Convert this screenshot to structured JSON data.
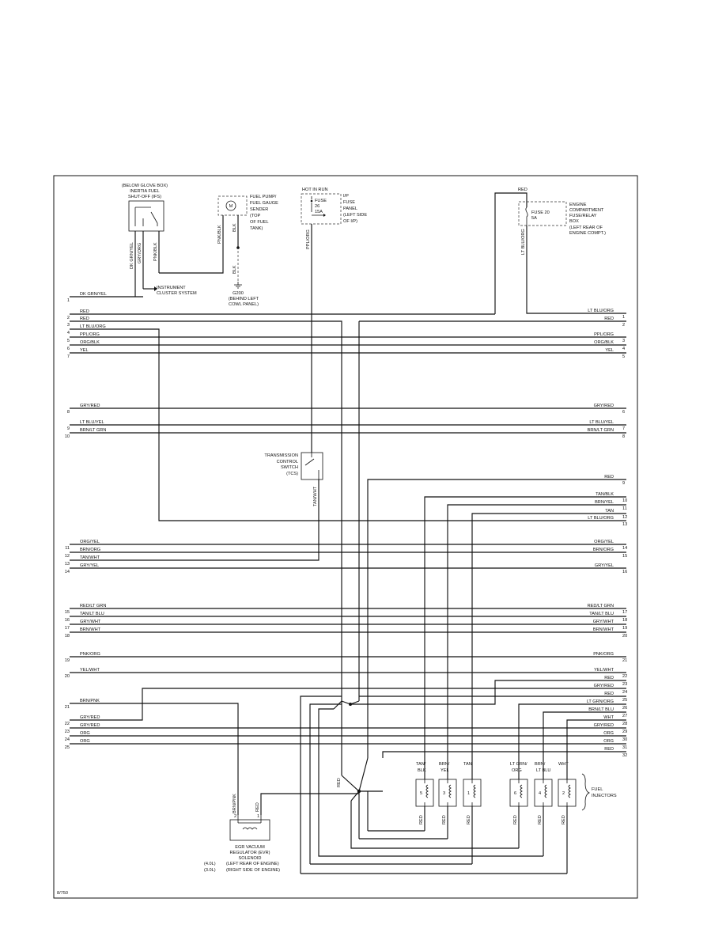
{
  "left_wires": [
    {
      "label": "DK GRN/YEL",
      "pin": "1"
    },
    {
      "label": "RED",
      "pin": "2"
    },
    {
      "label": "RED",
      "pin": "3"
    },
    {
      "label": "LT BLU/ORG",
      "pin": "4"
    },
    {
      "label": "PPL/ORG",
      "pin": "5"
    },
    {
      "label": "ORG/BLK",
      "pin": "6"
    },
    {
      "label": "YEL",
      "pin": "7"
    },
    {
      "label": "GRY/RED",
      "pin": "8"
    },
    {
      "label": "LT BLU/YEL",
      "pin": "9"
    },
    {
      "label": "BRN/LT GRN",
      "pin": "10"
    },
    {
      "label": "ORG/YEL",
      "pin": "11"
    },
    {
      "label": "BRN/ORG",
      "pin": "12"
    },
    {
      "label": "TAN/WHT",
      "pin": "13"
    },
    {
      "label": "GRY/YEL",
      "pin": "14"
    },
    {
      "label": "RED/LT GRN",
      "pin": "15"
    },
    {
      "label": "TAN/LT BLU",
      "pin": "16"
    },
    {
      "label": "GRY/WHT",
      "pin": "17"
    },
    {
      "label": "BRN/WHT",
      "pin": "18"
    },
    {
      "label": "PNK/ORG",
      "pin": "19"
    },
    {
      "label": "YEL/WHT",
      "pin": "20"
    },
    {
      "label": "BRN/PNK",
      "pin": "21"
    },
    {
      "label": "GRY/RED",
      "pin": "22"
    },
    {
      "label": "GRY/RED",
      "pin": "23"
    },
    {
      "label": "ORG",
      "pin": "24"
    },
    {
      "label": "ORG",
      "pin": "25"
    }
  ],
  "right_wires": [
    {
      "label": "LT BLU/ORG",
      "pin": "1"
    },
    {
      "label": "RED",
      "pin": "2"
    },
    {
      "label": "PPL/ORG",
      "pin": "3"
    },
    {
      "label": "ORG/BLK",
      "pin": "4"
    },
    {
      "label": "YEL",
      "pin": "5"
    },
    {
      "label": "GRY/RED",
      "pin": "6"
    },
    {
      "label": "LT BLU/YEL",
      "pin": "7"
    },
    {
      "label": "BRN/LT GRN",
      "pin": "8"
    },
    {
      "label": "RED",
      "pin": "9"
    },
    {
      "label": "TAN/BLK",
      "pin": "10"
    },
    {
      "label": "BRN/YEL",
      "pin": "11"
    },
    {
      "label": "TAN",
      "pin": "12"
    },
    {
      "label": "LT BLU/ORG",
      "pin": "13"
    },
    {
      "label": "ORG/YEL",
      "pin": "14"
    },
    {
      "label": "BRN/ORG",
      "pin": "15"
    },
    {
      "label": "GRY/YEL",
      "pin": "16"
    },
    {
      "label": "RED/LT GRN",
      "pin": "17"
    },
    {
      "label": "TAN/LT BLU",
      "pin": "18"
    },
    {
      "label": "GRY/WHT",
      "pin": "19"
    },
    {
      "label": "BRN/WHT",
      "pin": "20"
    },
    {
      "label": "PNK/ORG",
      "pin": "21"
    },
    {
      "label": "YEL/WHT",
      "pin": "22"
    },
    {
      "label": "RED",
      "pin": "23"
    },
    {
      "label": "GRY/RED",
      "pin": "24"
    },
    {
      "label": "RED",
      "pin": "25"
    },
    {
      "label": "LT GRN/ORG",
      "pin": "26"
    },
    {
      "label": "BRN/LT BLU",
      "pin": "27"
    },
    {
      "label": "WHT",
      "pin": "28"
    },
    {
      "label": "GRY/RED",
      "pin": "29"
    },
    {
      "label": "ORG",
      "pin": "30"
    },
    {
      "label": "ORG",
      "pin": "31"
    },
    {
      "label": "RED",
      "pin": "32"
    }
  ],
  "ifs": {
    "lines": [
      "(BELOW GLOVE BOX)",
      "INERTIA FUEL",
      "SHUT-OFF (IFS)"
    ],
    "wires": [
      "DK GRN/YEL",
      "GRY/ORG",
      "PNK/BLK"
    ]
  },
  "instrument_cluster": [
    "INSTRUMENT",
    "CLUSTER SYSTEM"
  ],
  "fuel_pump": {
    "lines": [
      "FUEL PUMP/",
      "FUEL GAUGE",
      "SENDER",
      "(TOP",
      "OF FUEL",
      "TANK)"
    ],
    "motor_symbol": "M",
    "wires": [
      "PNK/BLK",
      "BLK"
    ]
  },
  "ground": {
    "wire": "BLK",
    "lines": [
      "G200",
      "(BEHIND LEFT",
      "COWL PANEL)"
    ]
  },
  "ip_fuse": {
    "hot": "HOT IN RUN",
    "fuse_lines": [
      "FUSE",
      "26",
      "15A"
    ],
    "panel_lines": [
      "I/P",
      "FUSE",
      "PANEL",
      "(LEFT SIDE",
      "OF I/P)"
    ],
    "wire": "PPL/ORG"
  },
  "engine_fuse": {
    "top_wire": "RED",
    "fuse_lines": [
      "FUSE 20",
      "5A"
    ],
    "box_lines": [
      "ENGINE",
      "COMPARTMENT",
      "FUSE/RELAY",
      "BOX",
      "(LEFT REAR OF",
      "ENGINE COMPT.)"
    ],
    "wire": "LT BLU/ORG"
  },
  "tcs": {
    "lines": [
      "TRANSMISSION",
      "CONTROL",
      "SWITCH",
      "(TCS)"
    ],
    "wire": "TAN/WHT"
  },
  "egr": {
    "pins": [
      "2",
      "1"
    ],
    "wires": [
      "BRN/PNK",
      "RED"
    ],
    "lines": [
      "EGR VACUUM",
      "REGULATOR (EVR)",
      "SOLENOID"
    ],
    "loc_48": "(4.0L)",
    "loc_48_text": "(LEFT REAR OF ENGINE)",
    "loc_30": "(3.0L)",
    "loc_30_text": "(RIGHT SIDE OF ENGINE)"
  },
  "junction_red": "RED",
  "injectors": [
    {
      "wire": "TAN/",
      "wire2": "BLK",
      "num": "5"
    },
    {
      "wire": "BRN/",
      "wire2": "YEL",
      "num": "3"
    },
    {
      "wire": "TAN",
      "wire2": "",
      "num": "1"
    },
    {
      "wire": "LT GRN/",
      "wire2": "ORG",
      "num": "6"
    },
    {
      "wire": "BRN/",
      "wire2": "LT BLU",
      "num": "4"
    },
    {
      "wire": "WHT",
      "wire2": "",
      "num": "2"
    }
  ],
  "injector_bottom_wire": "RED",
  "injectors_label": [
    "FUEL",
    "INJECTORS"
  ],
  "page_id": "8/750"
}
